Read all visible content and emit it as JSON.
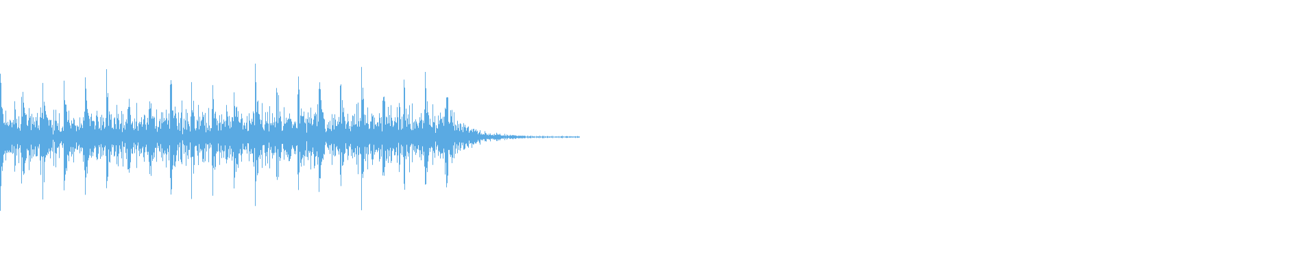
{
  "waveform": {
    "color": "#5aaae3",
    "background": "#ffffff",
    "audio_extent_fraction": 0.44,
    "loud_section_end_fraction": 0.345,
    "peak_amplitude": 0.62,
    "body_amplitude": 0.3,
    "decay_tail_amplitude": 0.05
  }
}
